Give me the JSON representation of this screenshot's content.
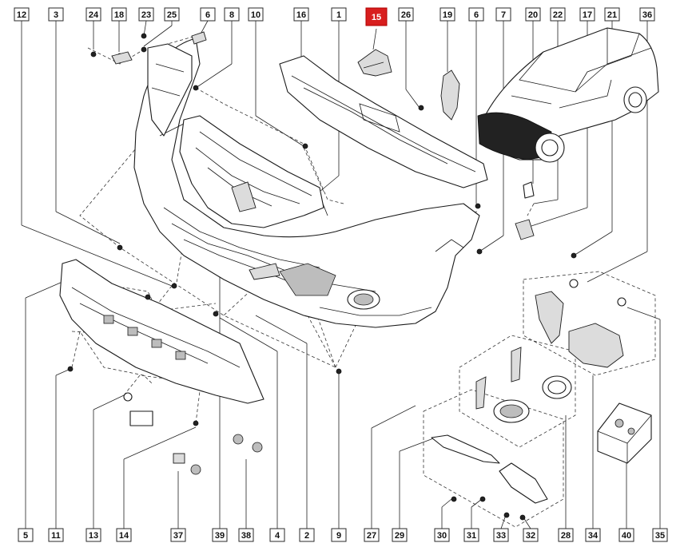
{
  "diagram": {
    "highlight_color": "#d81e1e",
    "callouts_top": [
      {
        "id": "top-12",
        "label": "12"
      },
      {
        "id": "top-3",
        "label": "3"
      },
      {
        "id": "top-24",
        "label": "24"
      },
      {
        "id": "top-18",
        "label": "18"
      },
      {
        "id": "top-23",
        "label": "23"
      },
      {
        "id": "top-25",
        "label": "25"
      },
      {
        "id": "top-6a",
        "label": "6"
      },
      {
        "id": "top-8",
        "label": "8"
      },
      {
        "id": "top-10",
        "label": "10"
      },
      {
        "id": "top-16",
        "label": "16"
      },
      {
        "id": "top-1",
        "label": "1"
      },
      {
        "id": "top-15",
        "label": "15",
        "highlighted": true
      },
      {
        "id": "top-26",
        "label": "26"
      },
      {
        "id": "top-19",
        "label": "19"
      },
      {
        "id": "top-6b",
        "label": "6"
      },
      {
        "id": "top-7",
        "label": "7"
      },
      {
        "id": "top-20",
        "label": "20"
      },
      {
        "id": "top-22",
        "label": "22"
      },
      {
        "id": "top-17",
        "label": "17"
      },
      {
        "id": "top-21",
        "label": "21"
      },
      {
        "id": "top-36",
        "label": "36"
      }
    ],
    "callouts_bottom": [
      {
        "id": "bot-5",
        "label": "5"
      },
      {
        "id": "bot-11",
        "label": "11"
      },
      {
        "id": "bot-13",
        "label": "13"
      },
      {
        "id": "bot-14",
        "label": "14"
      },
      {
        "id": "bot-37",
        "label": "37"
      },
      {
        "id": "bot-39",
        "label": "39"
      },
      {
        "id": "bot-38",
        "label": "38"
      },
      {
        "id": "bot-4",
        "label": "4"
      },
      {
        "id": "bot-2",
        "label": "2"
      },
      {
        "id": "bot-9",
        "label": "9"
      },
      {
        "id": "bot-27",
        "label": "27"
      },
      {
        "id": "bot-29",
        "label": "29"
      },
      {
        "id": "bot-30",
        "label": "30"
      },
      {
        "id": "bot-31",
        "label": "31"
      },
      {
        "id": "bot-33",
        "label": "33"
      },
      {
        "id": "bot-32",
        "label": "32"
      },
      {
        "id": "bot-28",
        "label": "28"
      },
      {
        "id": "bot-34",
        "label": "34"
      },
      {
        "id": "bot-40",
        "label": "40"
      },
      {
        "id": "bot-35",
        "label": "35"
      }
    ]
  }
}
